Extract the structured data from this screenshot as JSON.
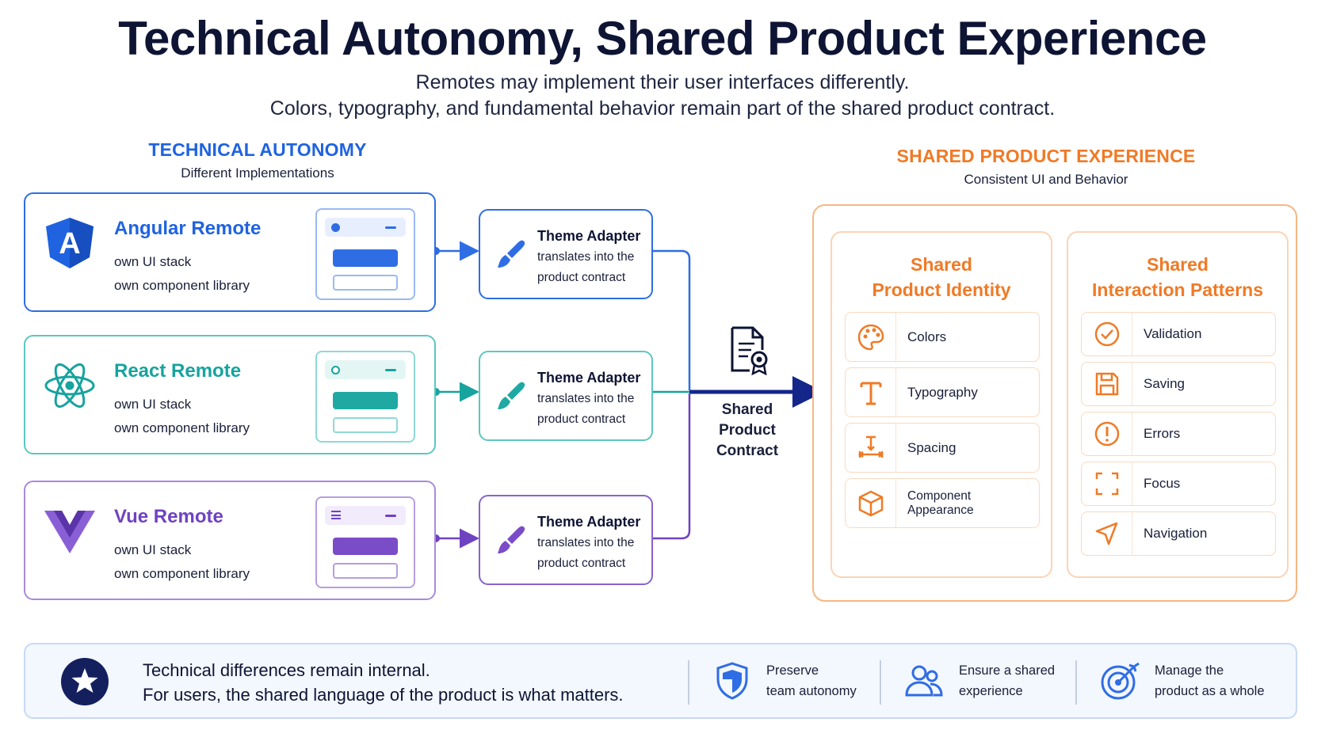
{
  "header": {
    "title": "Technical Autonomy, Shared Product Experience",
    "subtitle_line1": "Remotes may implement their user interfaces differently.",
    "subtitle_line2": "Colors, typography, and fundamental behavior remain part of the shared product contract."
  },
  "left": {
    "heading": "TECHNICAL AUTONOMY",
    "subheading": "Different Implementations",
    "remotes": [
      {
        "name": "Angular Remote",
        "line1": "own UI stack",
        "line2": "own component library",
        "icon": "angular-logo-icon",
        "color": "#2f6de4"
      },
      {
        "name": "React Remote",
        "line1": "own UI stack",
        "line2": "own component library",
        "icon": "react-logo-icon",
        "color": "#17a39e"
      },
      {
        "name": "Vue Remote",
        "line1": "own UI stack",
        "line2": "own component library",
        "icon": "vue-logo-icon",
        "color": "#6f42c1"
      }
    ],
    "adapters": [
      {
        "title": "Theme Adapter",
        "line1": "translates into the",
        "line2": "product contract",
        "icon": "paintbrush-icon"
      },
      {
        "title": "Theme Adapter",
        "line1": "translates into the",
        "line2": "product contract",
        "icon": "paintbrush-icon"
      },
      {
        "title": "Theme Adapter",
        "line1": "translates into the",
        "line2": "product contract",
        "icon": "paintbrush-icon"
      }
    ]
  },
  "contract": {
    "line1": "Shared",
    "line2": "Product",
    "line3": "Contract",
    "icon": "certificate-document-icon"
  },
  "right": {
    "heading": "SHARED PRODUCT EXPERIENCE",
    "subheading": "Consistent UI and Behavior",
    "identity": {
      "title_line1": "Shared",
      "title_line2": "Product Identity",
      "items": [
        {
          "label": "Colors",
          "icon": "palette-icon"
        },
        {
          "label": "Typography",
          "icon": "typography-icon"
        },
        {
          "label": "Spacing",
          "icon": "spacing-icon"
        },
        {
          "label": "Component Appearance",
          "icon": "cube-icon"
        }
      ]
    },
    "interaction": {
      "title_line1": "Shared",
      "title_line2": "Interaction Patterns",
      "items": [
        {
          "label": "Validation",
          "icon": "check-circle-icon"
        },
        {
          "label": "Saving",
          "icon": "save-icon"
        },
        {
          "label": "Errors",
          "icon": "alert-circle-icon"
        },
        {
          "label": "Focus",
          "icon": "focus-frame-icon"
        },
        {
          "label": "Navigation",
          "icon": "navigation-arrow-icon"
        }
      ]
    }
  },
  "footer": {
    "line1": "Technical differences remain internal.",
    "line2": "For users, the shared language of the product is what matters.",
    "points": [
      {
        "line1": "Preserve",
        "line2": "team autonomy",
        "icon": "shield-icon"
      },
      {
        "line1": "Ensure a shared",
        "line2": "experience",
        "icon": "users-icon"
      },
      {
        "line1": "Manage the",
        "line2": "product as a whole",
        "icon": "target-icon"
      }
    ]
  },
  "colors": {
    "navy": "#0e1433",
    "blue": "#2f6de4",
    "teal": "#17a39e",
    "purple": "#6f42c1",
    "orange": "#f07a26"
  }
}
